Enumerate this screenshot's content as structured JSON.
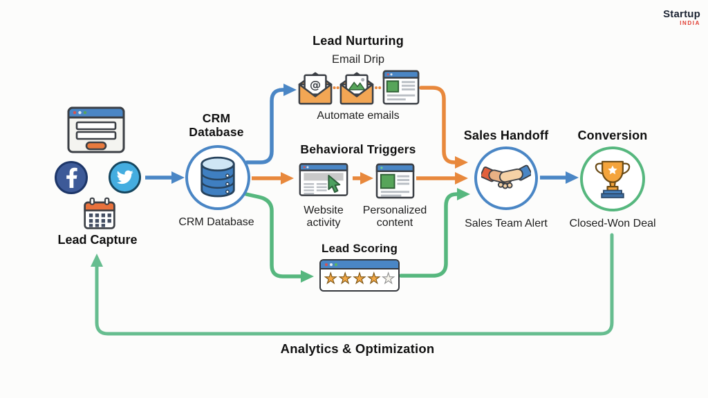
{
  "logo": {
    "brand": "Startup",
    "country": "INDIA"
  },
  "lead_capture": {
    "caption": "Lead Capture"
  },
  "crm_database": {
    "title_line1": "CRM",
    "title_line2": "Database",
    "caption": "CRM Database"
  },
  "lead_nurturing": {
    "title": "Lead Nurturing",
    "subtitle": "Email Drip",
    "caption": "Automate emails"
  },
  "behavioral_triggers": {
    "title": "Behavioral Triggers",
    "website_activity": {
      "line1": "Website",
      "line2": "activity"
    },
    "personalized_content": {
      "line1": "Personalized",
      "line2": "content"
    }
  },
  "lead_scoring": {
    "title": "Lead Scoring",
    "stars_filled": 4,
    "stars_total": 5,
    "star_char": "★"
  },
  "sales_handoff": {
    "title": "Sales Handoff",
    "caption": "Sales Team Alert"
  },
  "conversion": {
    "title": "Conversion",
    "caption": "Closed-Won Deal"
  },
  "analytics": {
    "caption": "Analytics & Optimization"
  },
  "colors": {
    "flow_blue": "#4a86c5",
    "flow_orange": "#e8883c",
    "flow_green": "#56b77e",
    "feedback_green": "#66bd8f",
    "accent_red": "#e03c31"
  }
}
